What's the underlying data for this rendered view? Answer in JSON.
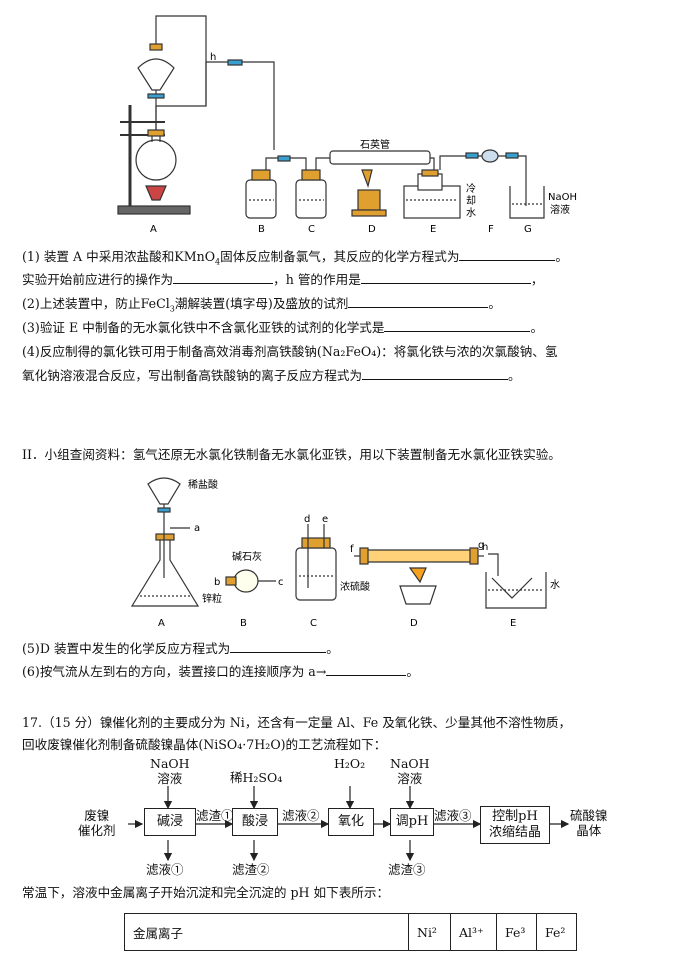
{
  "figure1": {
    "labels": {
      "h": "h",
      "A": "A",
      "B": "B",
      "C": "C",
      "D": "D",
      "E": "E",
      "F": "F",
      "G": "G"
    },
    "quartz_tube": "石英管",
    "cooling_water": [
      "冷",
      "却",
      "水"
    ],
    "naoh_solution": [
      "NaOH",
      "溶液"
    ]
  },
  "part1": {
    "q1_a": "(1) 装置 A 中采用浓盐酸和KMnO",
    "q1_sub": "4",
    "q1_b": "固体反应制备氯气，其反应的化学方程式为",
    "q1_end": "。",
    "q1_line2_a": "实验开始前应进行的操作为",
    "q1_line2_b": "，h 管的作用是",
    "q1_line2_end": "，",
    "q2_a": "(2)上述装置中，防止FeCl",
    "q2_sub": "3",
    "q2_b": "潮解装置(填字母)及盛放的试剂",
    "q2_end": "。",
    "q3_a": "(3)验证 E 中制备的无水氯化铁中不含氯化亚铁的试剂的化学式是",
    "q3_end": "。",
    "q4_line1": "(4)反应制得的氯化铁可用于制备高效消毒剂高铁酸钠(Na₂FeO₄)：将氯化铁与浓的次氯酸钠、氢",
    "q4_line2_a": "氧化钠溶液混合反应，写出制备高铁酸钠的离子反应方程式为",
    "q4_end": "。"
  },
  "part2": {
    "intro": "II．小组查阅资料：氢气还原无水氯化铁制备无水氯化亚铁，用以下装置制备无水氯化亚铁实验。",
    "figure2": {
      "dilute_hcl": "稀盐酸",
      "soda_lime": "碱石灰",
      "conc_h2so4": "浓硫酸",
      "zinc": "锌粒",
      "water": "水",
      "ports": {
        "a": "a",
        "b": "b",
        "c": "c",
        "d": "d",
        "e": "e",
        "f": "f",
        "g": "g",
        "h": "h"
      },
      "labels": {
        "A": "A",
        "B": "B",
        "C": "C",
        "D": "D",
        "E": "E"
      }
    },
    "q5_a": "(5)D 装置中发生的化学反应方程式为",
    "q5_end": "。",
    "q6_a": "(6)按气流从左到右的方向，装置接口的连接顺序为 a→",
    "q6_end": "。"
  },
  "q17": {
    "line1": "17.（15 分）镍催化剂的主要成分为 Ni，还含有一定量 Al、Fe 及氧化铁、少量其他不溶性物质，",
    "line2": "回收废镍催化剂制备硫酸镍晶体(NiSO₄·7H₂O)的工艺流程如下：",
    "flow": {
      "start": [
        "废镍",
        "催化剂"
      ],
      "step1": "碱浸",
      "step2": "酸浸",
      "step3": "氧化",
      "step4": "调pH",
      "step5": [
        "控制pH",
        "浓缩结晶"
      ],
      "end": [
        "硫酸镍",
        "晶体"
      ],
      "reagent1": [
        "NaOH",
        "溶液"
      ],
      "reagent2": "稀H₂SO₄",
      "reagent3": "H₂O₂",
      "reagent4": [
        "NaOH",
        "溶液"
      ],
      "link1": "滤渣①",
      "link2": "滤液②",
      "link3": "滤液③",
      "out1": "滤液①",
      "out2": "滤渣②",
      "out3": "滤渣③"
    },
    "table_intro": "常温下，溶液中金属离子开始沉淀和完全沉淀的 pH 如下表所示：",
    "table_headers": [
      "金属离子",
      "Ni²",
      "Al³⁺",
      "Fe³",
      "Fe²"
    ]
  }
}
